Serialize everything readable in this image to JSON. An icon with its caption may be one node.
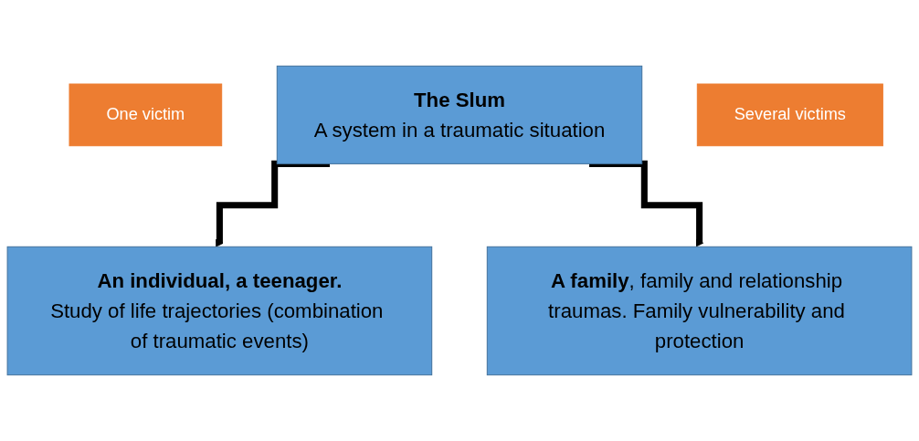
{
  "diagram": {
    "nodes": [
      {
        "text": [
          "One victim"
        ]
      },
      {
        "text": [
          "The Slum",
          "A system in a traumatic situation"
        ]
      },
      {
        "text": [
          "Several victims"
        ]
      },
      {
        "text": [
          "An individual, a teenager.",
          "Study of life trajectories (combination of traumatic events)"
        ]
      },
      {
        "text": [
          "**A family**, family and relationship traumas. Family vulnerability and protection"
        ]
      }
    ],
    "edges": [
      {
        "from": 1,
        "to": 3,
        "arrow": "to"
      },
      {
        "from": 1,
        "to": 4,
        "arrow": "to"
      }
    ]
  }
}
